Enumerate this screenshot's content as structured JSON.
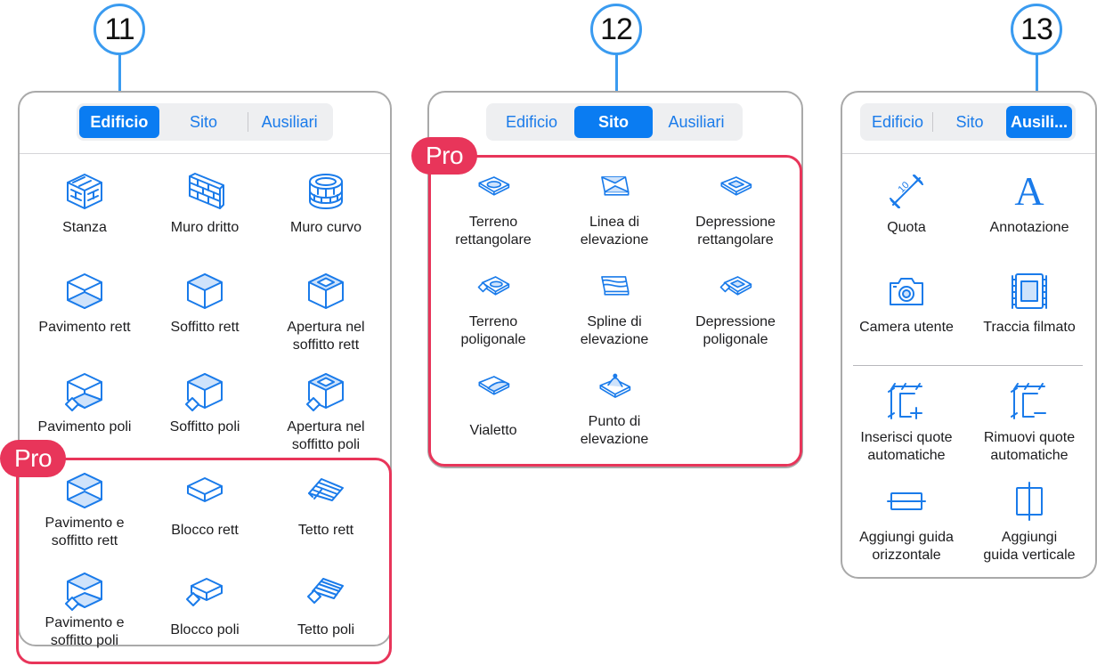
{
  "callouts": [
    "11",
    "12",
    "13"
  ],
  "pro_label": "Pro",
  "colors": {
    "accent": "#0a7cf2",
    "pro": "#e8355a",
    "callout": "#3a9bf0"
  },
  "panel_edificio": {
    "tabs": [
      {
        "label": "Edificio",
        "active": true
      },
      {
        "label": "Sito",
        "active": false
      },
      {
        "label": "Ausiliari",
        "active": false
      }
    ],
    "tools": [
      {
        "label": "Stanza",
        "icon": "room-icon"
      },
      {
        "label": "Muro dritto",
        "icon": "straight-wall-icon"
      },
      {
        "label": "Muro curvo",
        "icon": "curved-wall-icon"
      },
      {
        "label": "Pavimento rett",
        "icon": "rect-floor-icon"
      },
      {
        "label": "Soffitto rett",
        "icon": "rect-ceiling-icon"
      },
      {
        "label": "Apertura nel\nsoffitto rett",
        "icon": "rect-ceiling-opening-icon"
      },
      {
        "label": "Pavimento poli",
        "icon": "poly-floor-icon"
      },
      {
        "label": "Soffitto poli",
        "icon": "poly-ceiling-icon"
      },
      {
        "label": "Apertura nel\nsoffitto poli",
        "icon": "poly-ceiling-opening-icon"
      }
    ],
    "pro_tools": [
      {
        "label": "Pavimento e\nsoffitto rett",
        "icon": "rect-floor-ceiling-icon"
      },
      {
        "label": "Blocco rett",
        "icon": "rect-block-icon"
      },
      {
        "label": "Tetto rett",
        "icon": "rect-roof-icon"
      },
      {
        "label": "Pavimento e\nsoffitto poli",
        "icon": "poly-floor-ceiling-icon"
      },
      {
        "label": "Blocco poli",
        "icon": "poly-block-icon"
      },
      {
        "label": "Tetto poli",
        "icon": "poly-roof-icon"
      }
    ]
  },
  "panel_sito": {
    "tabs": [
      {
        "label": "Edificio",
        "active": false
      },
      {
        "label": "Sito",
        "active": true
      },
      {
        "label": "Ausiliari",
        "active": false
      }
    ],
    "pro_tools": [
      {
        "label": "Terreno\nrettangolare",
        "icon": "rect-terrain-icon"
      },
      {
        "label": "Linea di\nelevazione",
        "icon": "elevation-line-icon"
      },
      {
        "label": "Depressione\nrettangolare",
        "icon": "rect-depression-icon"
      },
      {
        "label": "Terreno\npoligonale",
        "icon": "poly-terrain-icon"
      },
      {
        "label": "Spline di\nelevazione",
        "icon": "elevation-spline-icon"
      },
      {
        "label": "Depressione\npoligonale",
        "icon": "poly-depression-icon"
      },
      {
        "label": "Vialetto",
        "icon": "pathway-icon"
      },
      {
        "label": "Punto di\nelevazione",
        "icon": "elevation-point-icon"
      }
    ]
  },
  "panel_ausiliari": {
    "tabs": [
      {
        "label": "Edificio",
        "active": false
      },
      {
        "label": "Sito",
        "active": false
      },
      {
        "label": "Ausili...",
        "active": true
      }
    ],
    "tools": [
      {
        "label": "Quota",
        "icon": "dimension-icon"
      },
      {
        "label": "Annotazione",
        "icon": "annotation-icon"
      },
      {
        "label": "Camera utente",
        "icon": "user-camera-icon"
      },
      {
        "label": "Traccia filmato",
        "icon": "movie-track-icon"
      }
    ],
    "tools2": [
      {
        "label": "Inserisci quote\nautomatiche",
        "icon": "add-auto-dimensions-icon"
      },
      {
        "label": "Rimuovi quote\nautomatiche",
        "icon": "remove-auto-dimensions-icon"
      },
      {
        "label": "Aggiungi guida\norizzontale",
        "icon": "horizontal-guide-icon"
      },
      {
        "label": "Aggiungi\nguida verticale",
        "icon": "vertical-guide-icon"
      }
    ],
    "annotation_glyph": "A"
  }
}
